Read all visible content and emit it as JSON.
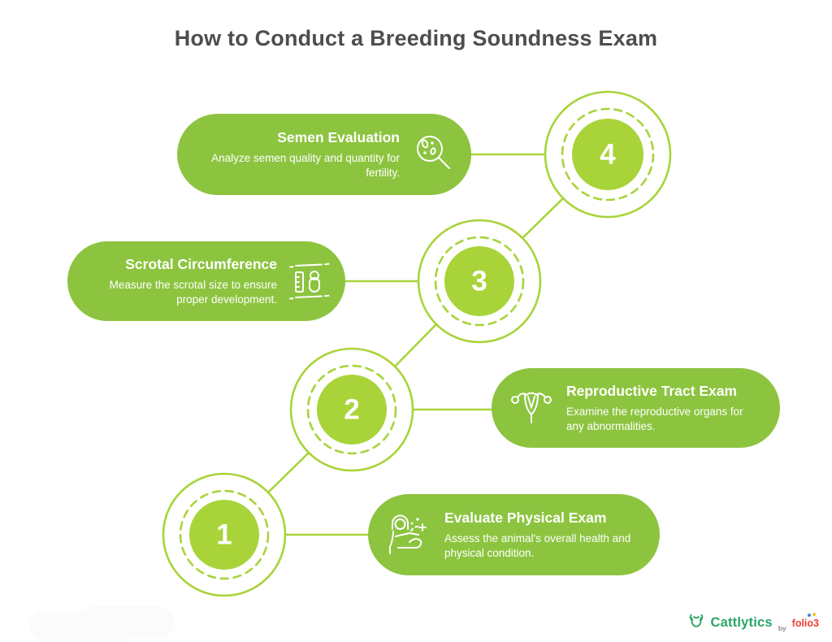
{
  "title": "How to Conduct a Breeding Soundness Exam",
  "steps": [
    {
      "number": "1",
      "title": "Evaluate Physical Exam",
      "description": "Assess the animal's overall health and physical condition.",
      "icon": "physical-exam-icon"
    },
    {
      "number": "2",
      "title": "Reproductive Tract Exam",
      "description": "Examine the reproductive organs for any abnormalities.",
      "icon": "reproductive-tract-icon"
    },
    {
      "number": "3",
      "title": "Scrotal Circumference",
      "description": "Measure the scrotal size to ensure proper development.",
      "icon": "scrotal-measure-icon"
    },
    {
      "number": "4",
      "title": "Semen Evaluation",
      "description": "Analyze semen quality and quantity for fertility.",
      "icon": "semen-analysis-icon"
    }
  ],
  "colors": {
    "card_green": "#8CC43F",
    "accent_green": "#A8D43A",
    "title_gray": "#4D4D4D",
    "text_white": "#FFFFFF",
    "logo_green": "#29A566",
    "folio_red": "#EF3E33",
    "dot_blue": "#4A7BD5",
    "dot_yellow": "#F5C41F",
    "by_gray": "#8A8A8A"
  },
  "footer": {
    "brand": "Cattlytics",
    "by_label": "by",
    "partner": "folio3"
  }
}
